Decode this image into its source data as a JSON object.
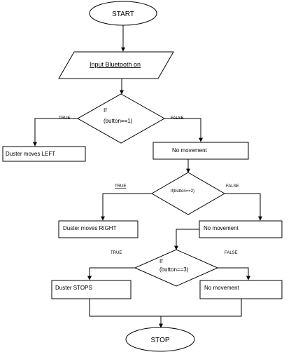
{
  "flowchart": {
    "start": "START",
    "input": "Input  Bluetooth on",
    "decision1": {
      "line1": "If",
      "line2": "(button==1)",
      "true_label": "TRUE",
      "false_label": "FALSE"
    },
    "box_left1": "Duster moves LEFT",
    "box_nomove1": "No movement",
    "decision2": {
      "line1": "if(button==2)",
      "true_label": "TRUE",
      "false_label": "FALSE"
    },
    "box_right": "Duster moves RIGHT",
    "box_nomove2": "No movement",
    "decision3": {
      "line1": "If",
      "line2": "(button==3)",
      "true_label": "TRUE",
      "false_label": "FALSE"
    },
    "box_stop": "Duster STOPS",
    "box_nomove3": "No movement",
    "stop": "STOP"
  }
}
